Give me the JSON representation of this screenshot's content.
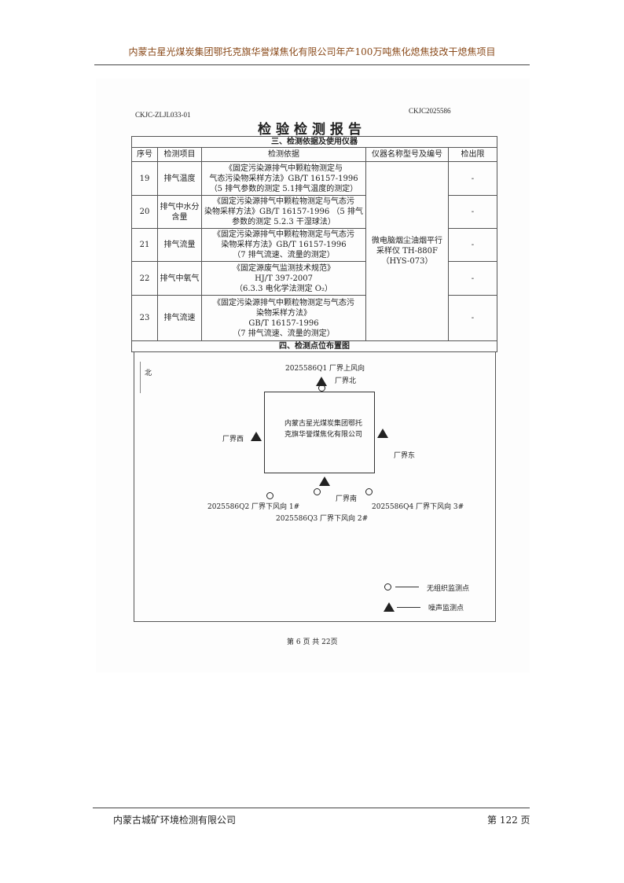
{
  "header": {
    "title": "内蒙古星光煤炭集团鄂托克旗华誉煤焦化有限公司年产100万吨焦化熄焦技改干熄焦项目"
  },
  "report": {
    "form_code": "CKJC-ZLJL033-01",
    "report_no": "CKJC2025586",
    "title": "检验检测报告",
    "section3": "三、检测依据及使用仪器",
    "columns": [
      "序号",
      "检测项目",
      "检测依据",
      "仪器名称型号及编号",
      "检出限"
    ],
    "instrument": [
      "微电脑烟尘油烟平行",
      "采样仪 TH-880F",
      "（HYS-073）"
    ],
    "rows": [
      {
        "no": "19",
        "item": "排气温度",
        "basis": [
          "《固定污染源排气中颗粒物测定与",
          "气态污染物采样方法》GB/T 16157-1996",
          "（5 排气参数的测定 5.1排气温度的测定）"
        ],
        "limit": "-"
      },
      {
        "no": "20",
        "item": "排气中水分含量",
        "basis": [
          "《固定污染源排气中颗粒物测定与气态污",
          "染物采样方法》GB/T 16157-1996 （5 排气",
          "参数的测定 5.2.3 干湿球法）"
        ],
        "limit": "-"
      },
      {
        "no": "21",
        "item": "排气流量",
        "basis": [
          "《固定污染源排气中颗粒物测定与气态污",
          "染物采样方法》GB/T 16157-1996",
          "（7 排气流速、流量的测定）"
        ],
        "limit": "-"
      },
      {
        "no": "22",
        "item": "排气中氧气",
        "basis": [
          "《固定源废气监测技术规范》",
          "HJ/T 397-2007",
          "（6.3.3 电化学法测定 O₂）"
        ],
        "limit": "-"
      },
      {
        "no": "23",
        "item": "排气流速",
        "basis": [
          "《固定污染源排气中颗粒物测定与气态污",
          "染物采样方法》",
          "GB/T 16157-1996",
          "（7 排气流速、流量的测定）"
        ],
        "limit": "-"
      }
    ],
    "section4": "四、检测点位布置图",
    "diagram": {
      "north": "北",
      "plant": "内蒙古星光煤炭集团鄂托克旗华誉煤焦化有限公司",
      "q1": "2025586Q1 厂界上风向",
      "q2": "2025586Q2 厂界下风向 1#",
      "q3": "2025586Q3 厂界下风向 2#",
      "q4": "2025586Q4 厂界下风向 3#",
      "n": "厂界北",
      "s": "厂界南",
      "e": "厂界东",
      "w": "厂界西",
      "legend_circle": "无组织监测点",
      "legend_tri": "噪声监测点"
    },
    "page": "第 6 页 共 22页"
  },
  "footer": {
    "company": "内蒙古城矿环境检测有限公司",
    "page": "第 122 页"
  }
}
